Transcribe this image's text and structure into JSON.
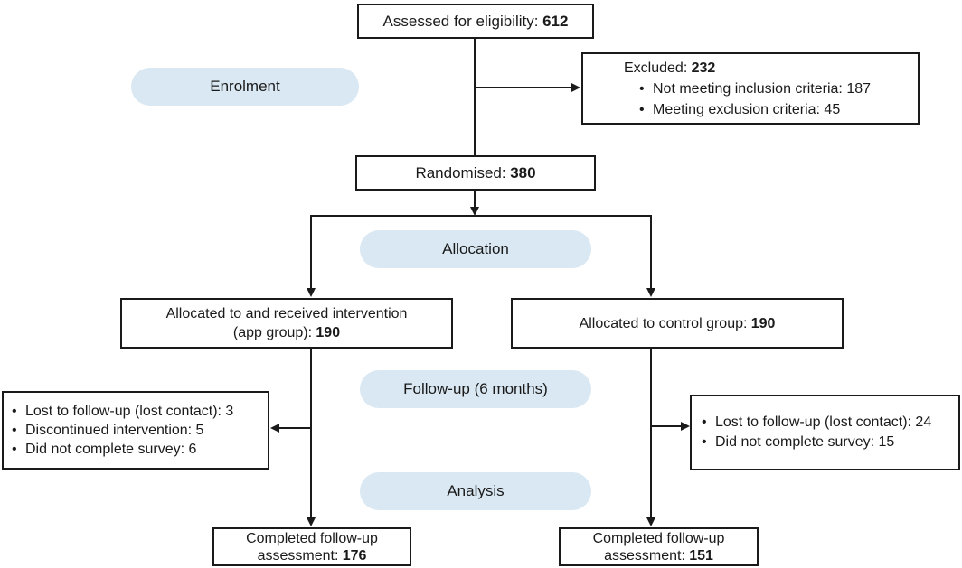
{
  "colors": {
    "pill_bg": "#d9e8f2",
    "border": "#1a1a1a",
    "text": "#1a1a1a",
    "canvas_bg": "#ffffff"
  },
  "stage_labels": {
    "enrolment": "Enrolment",
    "allocation": "Allocation",
    "followup": "Follow-up (6 months)",
    "analysis": "Analysis"
  },
  "boxes": {
    "assessed": {
      "label": "Assessed for eligibility:",
      "value": "612"
    },
    "excluded": {
      "label": "Excluded:",
      "value": "232",
      "items": [
        "Not meeting inclusion criteria: 187",
        "Meeting exclusion criteria: 45"
      ]
    },
    "randomised": {
      "label": "Randomised:",
      "value": "380"
    },
    "allocated_intervention": {
      "line1": "Allocated to and received intervention",
      "line2": "(app group):",
      "value": "190"
    },
    "allocated_control": {
      "label": "Allocated to control group:",
      "value": "190"
    },
    "lost_intervention": {
      "items": [
        "Lost to follow-up (lost contact): 3",
        "Discontinued intervention: 5",
        "Did not complete survey: 6"
      ]
    },
    "lost_control": {
      "items": [
        "Lost to follow-up (lost contact): 24",
        "Did not complete survey: 15"
      ]
    },
    "completed_intervention": {
      "line1": "Completed follow-up",
      "line2": "assessment:",
      "value": "176"
    },
    "completed_control": {
      "line1": "Completed follow-up",
      "line2": "assessment:",
      "value": "151"
    }
  }
}
